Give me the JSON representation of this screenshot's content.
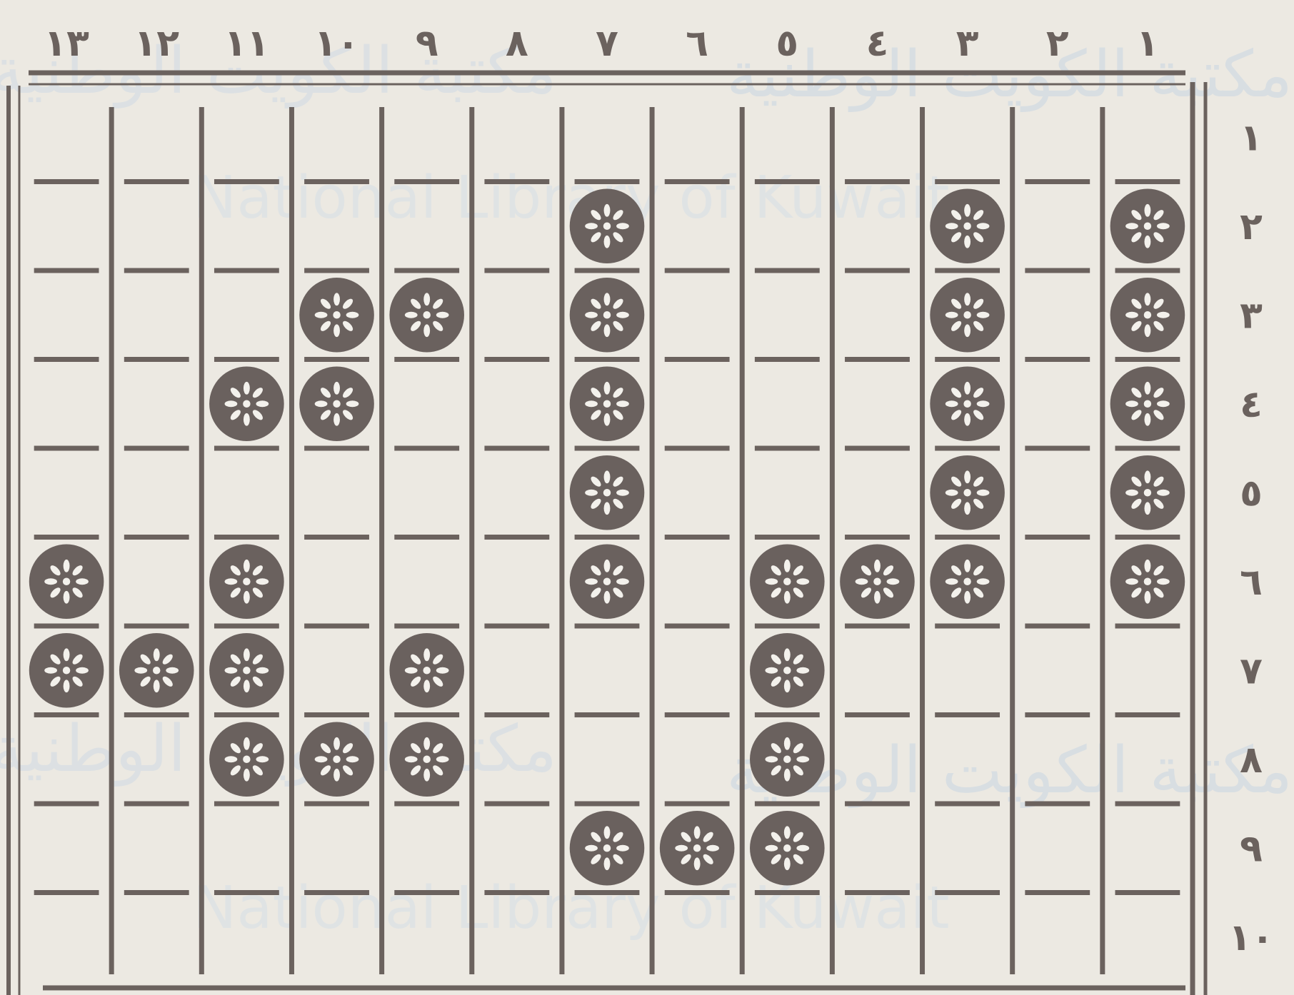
{
  "watermark": {
    "arabic": "مكتبة الكويت الوطنية",
    "english": "National Library of Kuwait"
  },
  "board": {
    "column_numbers": [
      "١",
      "٢",
      "٣",
      "٤",
      "٥",
      "٦",
      "٧",
      "٨",
      "٩",
      "١٠",
      "١١",
      "١٢",
      "١٣"
    ],
    "row_numbers": [
      "١",
      "٢",
      "٣",
      "٤",
      "٥",
      "٦",
      "٧",
      "٨",
      "٩",
      "١٠"
    ],
    "column_order": "right-to-left",
    "pieces": [
      {
        "col": 1,
        "rows": [
          2,
          3,
          4,
          5,
          6
        ]
      },
      {
        "col": 3,
        "rows": [
          2,
          3,
          4,
          5,
          6
        ]
      },
      {
        "col": 4,
        "rows": [
          6
        ]
      },
      {
        "col": 5,
        "rows": [
          6,
          7,
          8,
          9
        ]
      },
      {
        "col": 6,
        "rows": [
          9
        ]
      },
      {
        "col": 7,
        "rows": [
          2,
          3,
          4,
          5,
          6,
          9
        ]
      },
      {
        "col": 9,
        "rows": [
          3,
          7,
          8
        ]
      },
      {
        "col": 10,
        "rows": [
          3,
          4,
          8
        ]
      },
      {
        "col": 11,
        "rows": [
          4,
          6,
          7,
          8
        ]
      },
      {
        "col": 12,
        "rows": [
          7
        ]
      },
      {
        "col": 13,
        "rows": [
          6,
          7
        ]
      }
    ],
    "colors": {
      "line": "#6b625e",
      "piece": "#6a615e",
      "piece_pattern": "#f3f1ec",
      "background": "#ece9e2",
      "watermark": "#c9d6e2"
    }
  }
}
